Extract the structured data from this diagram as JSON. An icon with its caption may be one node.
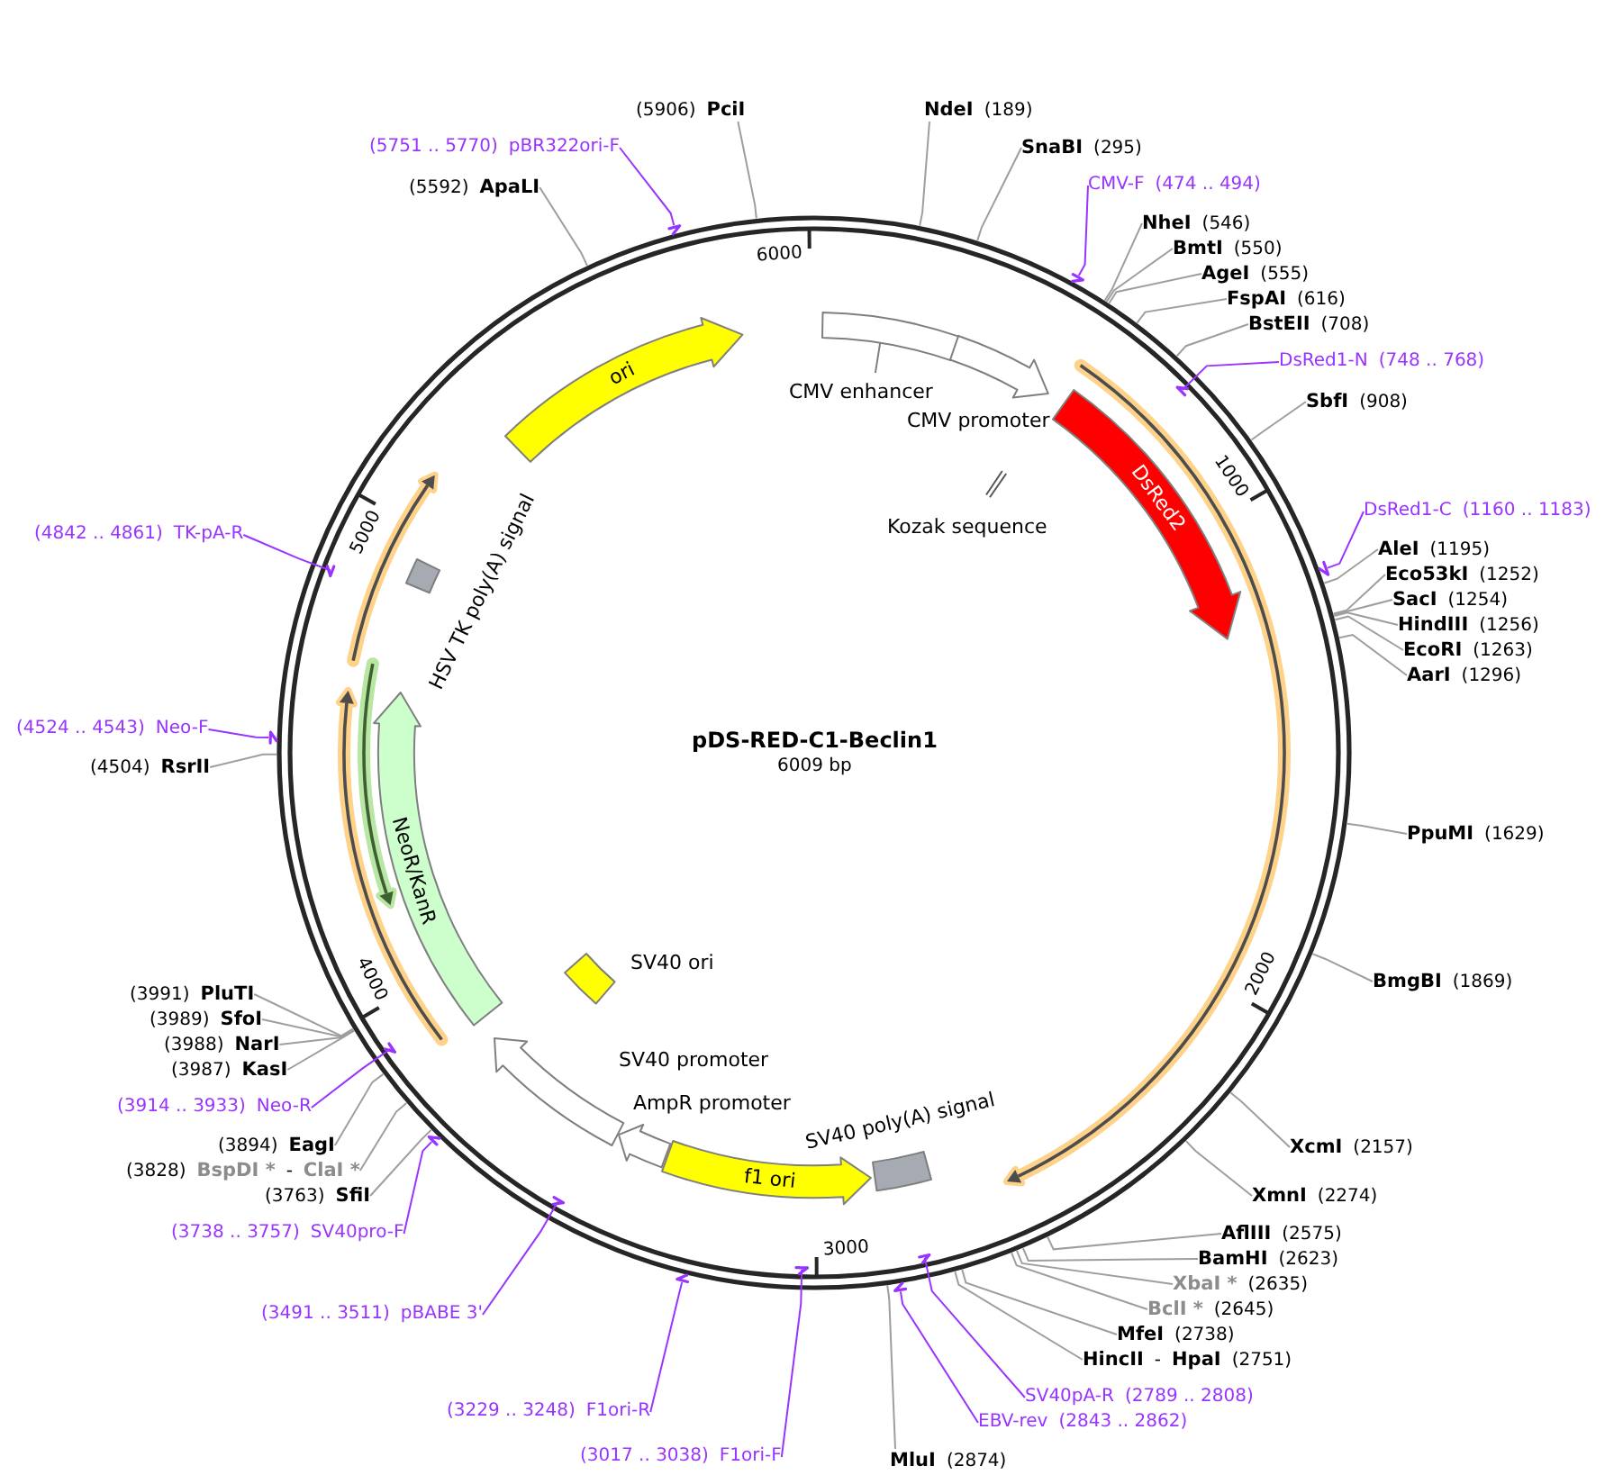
{
  "diagram": {
    "title": "pDS-RED-C1-Beclin1",
    "nodes": [
      {
        "text": [
          "CMV enhancer"
        ]
      },
      {
        "text": [
          "CMV promoter"
        ]
      },
      {
        "text": [
          "Kozak sequence"
        ]
      },
      {
        "text": [
          "DsRed2"
        ]
      },
      {
        "text": [
          "SV40 poly(A) signal"
        ]
      },
      {
        "text": [
          "f1 ori"
        ]
      },
      {
        "text": [
          "AmpR promoter"
        ]
      },
      {
        "text": [
          "SV40 promoter"
        ]
      },
      {
        "text": [
          "SV40 ori"
        ]
      },
      {
        "text": [
          "NeoR/KanR"
        ]
      },
      {
        "text": [
          "HSV TK poly(A) signal"
        ]
      },
      {
        "text": [
          "ori"
        ]
      },
      {
        "text": [
          "NdeI",
          "(189)"
        ]
      },
      {
        "text": [
          "SnaBI",
          "(295)"
        ]
      },
      {
        "text": [
          "CMV-F",
          "(474 .. 494)"
        ]
      },
      {
        "text": [
          "NheI",
          "(546)"
        ]
      },
      {
        "text": [
          "BmtI",
          "(550)"
        ]
      },
      {
        "text": [
          "AgeI",
          "(555)"
        ]
      },
      {
        "text": [
          "FspAI",
          "(616)"
        ]
      },
      {
        "text": [
          "BstEII",
          "(708)"
        ]
      },
      {
        "text": [
          "DsRed1-N",
          "(748 .. 768)"
        ]
      },
      {
        "text": [
          "SbfI",
          "(908)"
        ]
      },
      {
        "text": [
          "DsRed1-C",
          "(1160 .. 1183)"
        ]
      },
      {
        "text": [
          "AleI",
          "(1195)"
        ]
      },
      {
        "text": [
          "Eco53kI",
          "(1252)"
        ]
      },
      {
        "text": [
          "SacI",
          "(1254)"
        ]
      },
      {
        "text": [
          "HindIII",
          "(1256)"
        ]
      },
      {
        "text": [
          "EcoRI",
          "(1263)"
        ]
      },
      {
        "text": [
          "AarI",
          "(1296)"
        ]
      },
      {
        "text": [
          "PpuMI",
          "(1629)"
        ]
      },
      {
        "text": [
          "BmgBI",
          "(1869)"
        ]
      },
      {
        "text": [
          "XcmI",
          "(2157)"
        ]
      },
      {
        "text": [
          "XmnI",
          "(2274)"
        ]
      },
      {
        "text": [
          "AflIII",
          "(2575)"
        ]
      },
      {
        "text": [
          "BamHI",
          "(2623)"
        ]
      },
      {
        "text": [
          "XbaI *",
          "(2635)"
        ]
      },
      {
        "text": [
          "BclI *",
          "(2645)"
        ]
      },
      {
        "text": [
          "MfeI",
          "(2738)"
        ]
      },
      {
        "text": [
          "HincII",
          "-",
          "HpaI",
          "(2751)"
        ]
      },
      {
        "text": [
          "SV40pA-R",
          "(2789 .. 2808)"
        ]
      },
      {
        "text": [
          "EBV-rev",
          "(2843 .. 2862)"
        ]
      },
      {
        "text": [
          "MluI",
          "(2874)"
        ]
      },
      {
        "text": [
          "(3017 .. 3038)",
          "F1ori-F"
        ]
      },
      {
        "text": [
          "(3229 .. 3248)",
          "F1ori-R"
        ]
      },
      {
        "text": [
          "(3491 .. 3511)",
          "pBABE 3'"
        ]
      },
      {
        "text": [
          "(3738 .. 3757)",
          "SV40pro-F"
        ]
      },
      {
        "text": [
          "(3763)",
          "SfiI"
        ]
      },
      {
        "text": [
          "(3828)",
          "BspDI *",
          "-",
          "ClaI *"
        ]
      },
      {
        "text": [
          "(3894)",
          "EagI"
        ]
      },
      {
        "text": [
          "(3914 .. 3933)",
          "Neo-R"
        ]
      },
      {
        "text": [
          "(3987)",
          "KasI"
        ]
      },
      {
        "text": [
          "(3988)",
          "NarI"
        ]
      },
      {
        "text": [
          "(3989)",
          "SfoI"
        ]
      },
      {
        "text": [
          "(3991)",
          "PluTI"
        ]
      },
      {
        "text": [
          "(4504)",
          "RsrII"
        ]
      },
      {
        "text": [
          "(4524 .. 4543)",
          "Neo-F"
        ]
      },
      {
        "text": [
          "(4842 .. 4861)",
          "TK-pA-R"
        ]
      },
      {
        "text": [
          "(5592)",
          "ApaLI"
        ]
      },
      {
        "text": [
          "(5751 .. 5770)",
          "pBR322ori-F"
        ]
      },
      {
        "text": [
          "(5906)",
          "PciI"
        ]
      }
    ],
    "edges": [
      {
        "from": 12,
        "to": null,
        "arrow": "none"
      },
      {
        "from": 13,
        "to": null,
        "arrow": "none"
      },
      {
        "from": 14,
        "to": null,
        "arrow": "none",
        "color": "#9933ff"
      },
      {
        "from": 15,
        "to": null,
        "arrow": "none"
      },
      {
        "from": 16,
        "to": null,
        "arrow": "none"
      },
      {
        "from": 17,
        "to": null,
        "arrow": "none"
      },
      {
        "from": 18,
        "to": null,
        "arrow": "none"
      },
      {
        "from": 19,
        "to": null,
        "arrow": "none"
      },
      {
        "from": 20,
        "to": null,
        "arrow": "none",
        "color": "#9933ff"
      },
      {
        "from": 21,
        "to": null,
        "arrow": "none"
      },
      {
        "from": 22,
        "to": null,
        "arrow": "none",
        "color": "#9933ff"
      },
      {
        "from": 23,
        "to": null,
        "arrow": "none"
      },
      {
        "from": 24,
        "to": null,
        "arrow": "none"
      },
      {
        "from": 25,
        "to": null,
        "arrow": "none"
      },
      {
        "from": 26,
        "to": null,
        "arrow": "none"
      },
      {
        "from": 27,
        "to": null,
        "arrow": "none"
      },
      {
        "from": 28,
        "to": null,
        "arrow": "none"
      },
      {
        "from": 29,
        "to": null,
        "arrow": "none"
      },
      {
        "from": 30,
        "to": null,
        "arrow": "none"
      },
      {
        "from": 31,
        "to": null,
        "arrow": "none"
      },
      {
        "from": 32,
        "to": null,
        "arrow": "none"
      },
      {
        "from": 33,
        "to": null,
        "arrow": "none"
      },
      {
        "from": 34,
        "to": null,
        "arrow": "none"
      },
      {
        "from": 35,
        "to": null,
        "arrow": "none"
      },
      {
        "from": 36,
        "to": null,
        "arrow": "none"
      },
      {
        "from": 37,
        "to": null,
        "arrow": "none"
      },
      {
        "from": 38,
        "to": null,
        "arrow": "none"
      },
      {
        "from": 39,
        "to": null,
        "arrow": "none",
        "color": "#9933ff"
      },
      {
        "from": 40,
        "to": null,
        "arrow": "none",
        "color": "#9933ff"
      },
      {
        "from": 41,
        "to": null,
        "arrow": "none"
      },
      {
        "from": 42,
        "to": null,
        "arrow": "none",
        "color": "#9933ff"
      },
      {
        "from": 43,
        "to": null,
        "arrow": "none",
        "color": "#9933ff"
      },
      {
        "from": 44,
        "to": null,
        "arrow": "none",
        "color": "#9933ff"
      },
      {
        "from": 45,
        "to": null,
        "arrow": "none",
        "color": "#9933ff"
      },
      {
        "from": 46,
        "to": null,
        "arrow": "none"
      },
      {
        "from": 47,
        "to": null,
        "arrow": "none"
      },
      {
        "from": 48,
        "to": null,
        "arrow": "none"
      },
      {
        "from": 49,
        "to": null,
        "arrow": "none",
        "color": "#9933ff"
      },
      {
        "from": 50,
        "to": null,
        "arrow": "none"
      },
      {
        "from": 51,
        "to": null,
        "arrow": "none"
      },
      {
        "from": 52,
        "to": null,
        "arrow": "none"
      },
      {
        "from": 53,
        "to": null,
        "arrow": "none"
      },
      {
        "from": 54,
        "to": null,
        "arrow": "none"
      },
      {
        "from": 55,
        "to": null,
        "arrow": "none",
        "color": "#9933ff"
      },
      {
        "from": 56,
        "to": null,
        "arrow": "none",
        "color": "#9933ff"
      },
      {
        "from": 57,
        "to": null,
        "arrow": "none"
      },
      {
        "from": 58,
        "to": null,
        "arrow": "none",
        "color": "#9933ff"
      },
      {
        "from": 59,
        "to": null,
        "arrow": "none"
      }
    ],
    "labels": [
      "6000",
      "1000",
      "5000",
      "6009 bp",
      "2000",
      "4000",
      "3000"
    ]
  }
}
